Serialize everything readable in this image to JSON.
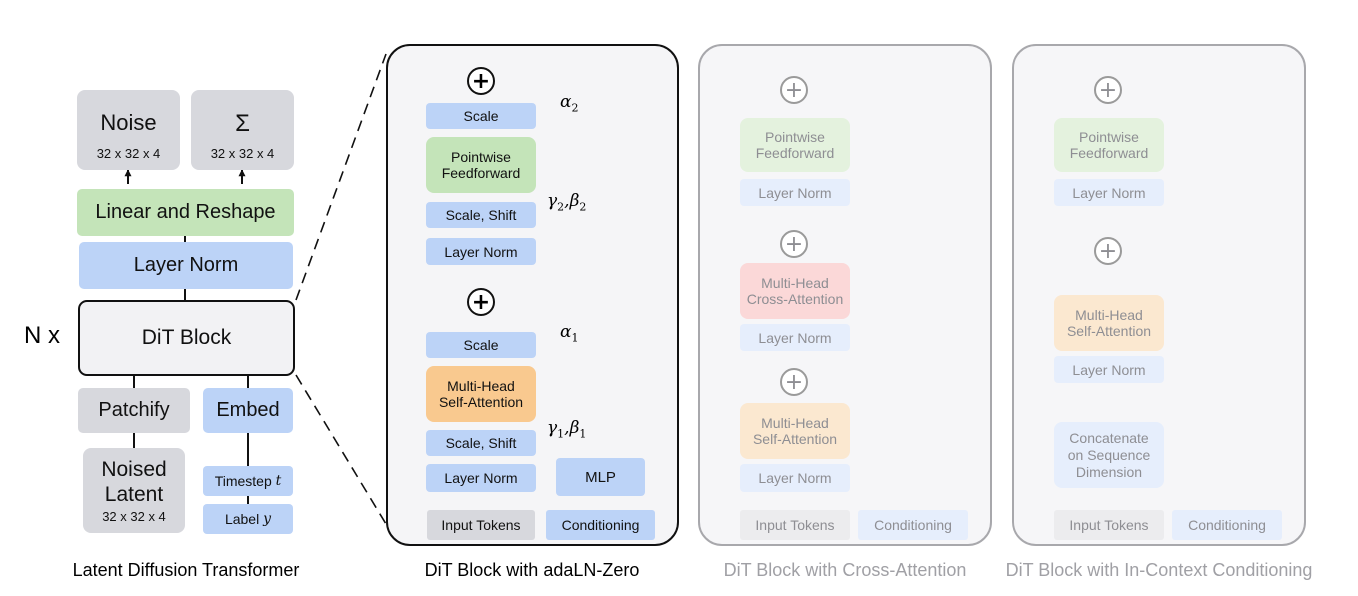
{
  "left": {
    "noise": {
      "title": "Noise",
      "shape": "32 x 32 x 4"
    },
    "sigma": {
      "title": "Σ",
      "shape": "32 x 32 x 4"
    },
    "linear_reshape": "Linear and Reshape",
    "layer_norm": "Layer Norm",
    "dit_block": "DiT Block",
    "n_x": "N x",
    "patchify": "Patchify",
    "embed": "Embed",
    "noised_latent": {
      "title_line1": "Noised",
      "title_line2": "Latent",
      "shape": "32 x 32 x 4"
    },
    "timestep": {
      "text": "Timestep",
      "var": "t"
    },
    "label": {
      "text": "Label",
      "var": "y"
    },
    "caption": "Latent Diffusion Transformer"
  },
  "adaln": {
    "caption": "DiT Block with adaLN-Zero",
    "scale_top": "Scale",
    "pointwise_line1": "Pointwise",
    "pointwise_line2": "Feedforward",
    "scale_shift_top": "Scale, Shift",
    "layer_norm_top": "Layer Norm",
    "scale_bottom": "Scale",
    "mhsa_line1": "Multi-Head",
    "mhsa_line2": "Self-Attention",
    "scale_shift_bottom": "Scale, Shift",
    "layer_norm_bottom": "Layer Norm",
    "mlp": "MLP",
    "input_tokens": "Input Tokens",
    "conditioning": "Conditioning",
    "alpha2": {
      "sym": "α",
      "sub": "2"
    },
    "gamma2_beta2": {
      "g": "γ",
      "gsub": "2",
      "b": "β",
      "bsub": "2"
    },
    "alpha1": {
      "sym": "α",
      "sub": "1"
    },
    "gamma1_beta1": {
      "g": "γ",
      "gsub": "1",
      "b": "β",
      "bsub": "1"
    },
    "plus": "+"
  },
  "cross": {
    "caption": "DiT Block with Cross-Attention",
    "pointwise_line1": "Pointwise",
    "pointwise_line2": "Feedforward",
    "layer_norm_1": "Layer Norm",
    "mhca_line1": "Multi-Head",
    "mhca_line2": "Cross-Attention",
    "layer_norm_2": "Layer Norm",
    "mhsa_line1": "Multi-Head",
    "mhsa_line2": "Self-Attention",
    "layer_norm_3": "Layer Norm",
    "input_tokens": "Input Tokens",
    "conditioning": "Conditioning",
    "plus": "+"
  },
  "incontext": {
    "caption": "DiT Block with In-Context Conditioning",
    "pointwise_line1": "Pointwise",
    "pointwise_line2": "Feedforward",
    "layer_norm_1": "Layer Norm",
    "mhsa_line1": "Multi-Head",
    "mhsa_line2": "Self-Attention",
    "layer_norm_2": "Layer Norm",
    "concat_line1": "Concatenate",
    "concat_line2": "on Sequence",
    "concat_line3": "Dimension",
    "input_tokens": "Input Tokens",
    "conditioning": "Conditioning",
    "plus": "+"
  },
  "colors": {
    "blue": "#bcd3f7",
    "green": "#c4e4b9",
    "gray": "#d7d8dd",
    "orange": "#f9c98f",
    "faded_text": "#8e8e93",
    "line": "#111111",
    "faded_line": "#9a9a9a"
  }
}
